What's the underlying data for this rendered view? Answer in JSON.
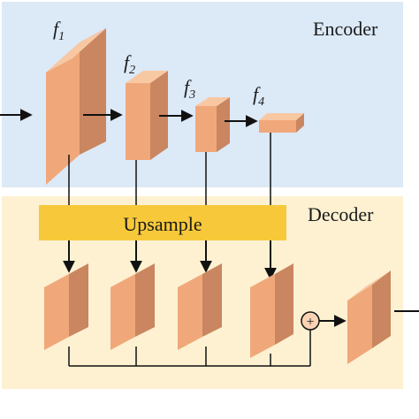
{
  "encoder": {
    "label": "Encoder"
  },
  "decoder": {
    "label": "Decoder"
  },
  "upsample": {
    "label": "Upsample"
  },
  "features": [
    {
      "base": "f",
      "sub": "1"
    },
    {
      "base": "f",
      "sub": "2"
    },
    {
      "base": "f",
      "sub": "3"
    },
    {
      "base": "f",
      "sub": "4"
    }
  ],
  "sum_symbol": "+",
  "colors": {
    "encoder_bg": "#dce9f7",
    "decoder_bg": "#fdf1d2",
    "upsample_fill": "#f7c93a",
    "block_front": "#f0a87a",
    "block_side": "#c98660",
    "block_top": "#f8c8a3",
    "sum_fill": "#fbd2b4"
  }
}
